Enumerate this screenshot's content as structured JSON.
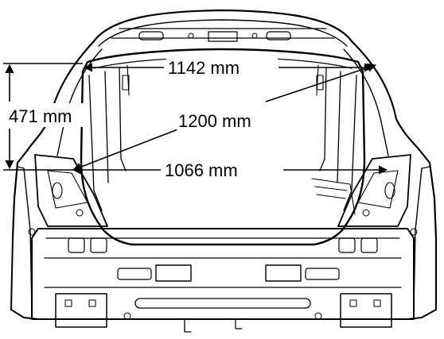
{
  "figure": {
    "dimensions": {
      "upper_width": "1142 mm",
      "diagonal": "1200 mm",
      "lower_width": "1066 mm",
      "height": "471 mm"
    }
  }
}
